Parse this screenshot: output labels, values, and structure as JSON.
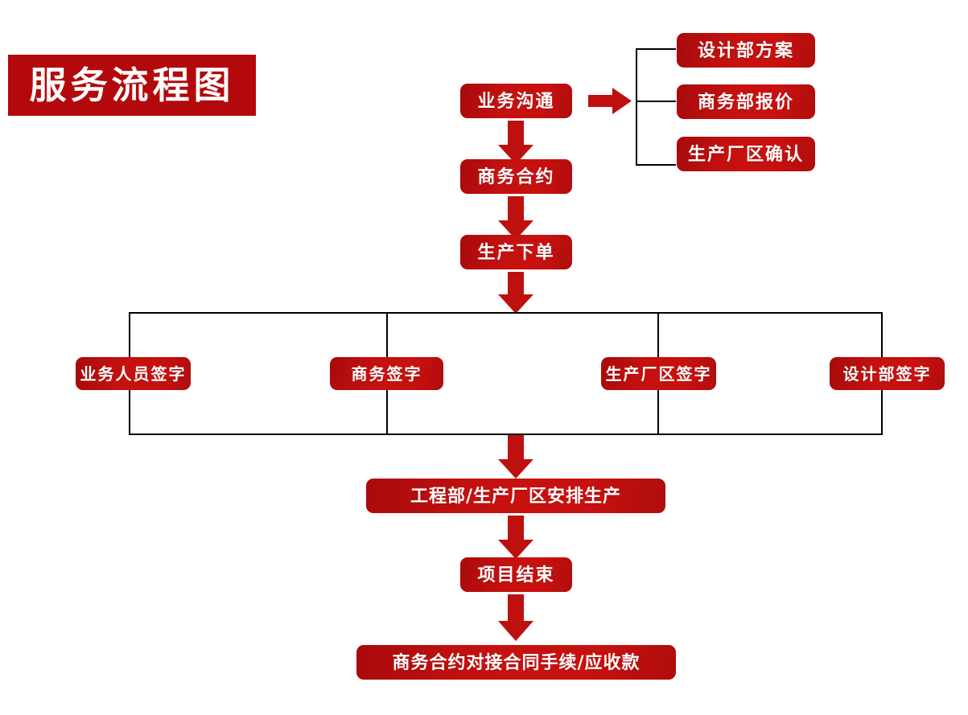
{
  "title": {
    "text": "服务流程图"
  },
  "colors": {
    "node_red": "#BE100F",
    "banner_red": "#B3090C",
    "arrow_red": "#BE100F",
    "line_black": "#000000",
    "label_white": "#FFFFFF",
    "background": "#FFFFFF"
  },
  "nodes": {
    "business_communication": {
      "label": "业务沟通"
    },
    "business_contract": {
      "label": "商务合约"
    },
    "production_order": {
      "label": "生产下单"
    },
    "design_plan": {
      "label": "设计部方案"
    },
    "commerce_quote": {
      "label": "商务部报价"
    },
    "factory_confirm": {
      "label": "生产厂区确认"
    },
    "sign_sales": {
      "label": "业务人员签字"
    },
    "sign_commerce": {
      "label": "商务签字"
    },
    "sign_factory": {
      "label": "生产厂区签字"
    },
    "sign_design": {
      "label": "设计部签字"
    },
    "arrange_production": {
      "label": "工程部/生产厂区安排生产"
    },
    "project_end": {
      "label": "项目结束"
    },
    "contract_receivable": {
      "label": "商务合约对接合同手续/应收款"
    }
  },
  "flow": {
    "main_sequence": [
      "业务沟通",
      "商务合约",
      "生产下单",
      "工程部/生产厂区安排生产",
      "项目结束",
      "商务合约对接合同手续/应收款"
    ],
    "communication_branches": [
      "设计部方案",
      "商务部报价",
      "生产厂区确认"
    ],
    "signature_branches": [
      "业务人员签字",
      "商务签字",
      "生产厂区签字",
      "设计部签字"
    ]
  },
  "icons": {
    "arrow_down": "arrow-down-icon",
    "arrow_right": "arrow-right-icon",
    "bracket": "bracket-connector-icon"
  }
}
